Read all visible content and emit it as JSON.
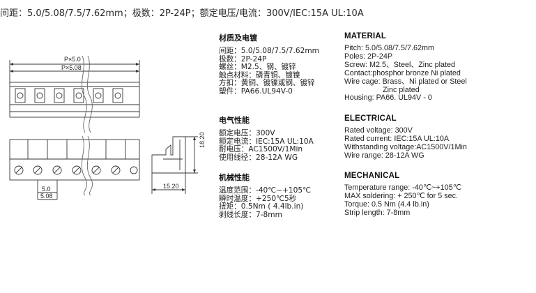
{
  "header": {
    "text": "间距：5.0/5.08/7.5/7.62mm；极数：2P-24P；额定电压/电流：300V/IEC:15A UL:10A"
  },
  "drawing": {
    "pitch_label_1": "P×5.0",
    "pitch_label_2": "P×5.08",
    "dim_5_0": "5.0",
    "dim_5_08": "5.08",
    "height_label": "18.20",
    "width_label": "15.20"
  },
  "cn": {
    "material": {
      "title": "材质及电镀",
      "lines": [
        "间距：5.0/5.08/7.5/7.62mm",
        "极数：2P-24P",
        "螺丝：M2.5、钢、镀锌",
        "触点材料：磷青铜、镀镍",
        "方扣：黄铜、镀镍或钢、镀锌",
        "塑件：PA66.UL94V-0"
      ]
    },
    "electrical": {
      "title": "电气性能",
      "lines": [
        "额定电压：300V",
        "额定电流：IEC:15A UL:10A",
        "耐电压：AC1500V/1Min",
        "使用线径：28-12A WG"
      ]
    },
    "mechanical": {
      "title": "机械性能",
      "lines": [
        "温度范围：-40℃~+105℃",
        "瞬时温度：+250℃5秒",
        "扭矩：0.5Nm ( 4.4lb.in)",
        "剥线长度：7-8mm"
      ]
    }
  },
  "en": {
    "material": {
      "title": "MATERIAL",
      "lines": [
        "Pitch: 5.0/5.08/7.5/7.62mm",
        "Poles: 2P-24P",
        "Screw: M2.5、Steel、Zinc plated",
        "Contact:phosphor bronze Ni plated",
        "Wire cage: Brass、Ni plated or Steel",
        "Zinc plated",
        "Housing: PA66. UL94V - 0"
      ]
    },
    "electrical": {
      "title": "ELECTRICAL",
      "lines": [
        "Rated voltage: 300V",
        "Rated current: IEC:15A UL:10A",
        "Withstanding voltage:AC1500V/1Min",
        "Wire range: 28-12A WG"
      ]
    },
    "mechanical": {
      "title": "MECHANICAL",
      "lines": [
        "Temperature range: -40℃~+105℃",
        "MAX soldering: + 250℃ for 5 sec.",
        "Torque: 0.5 Nm (4.4 lb.in)",
        "Strip length: 7-8mm"
      ]
    }
  }
}
